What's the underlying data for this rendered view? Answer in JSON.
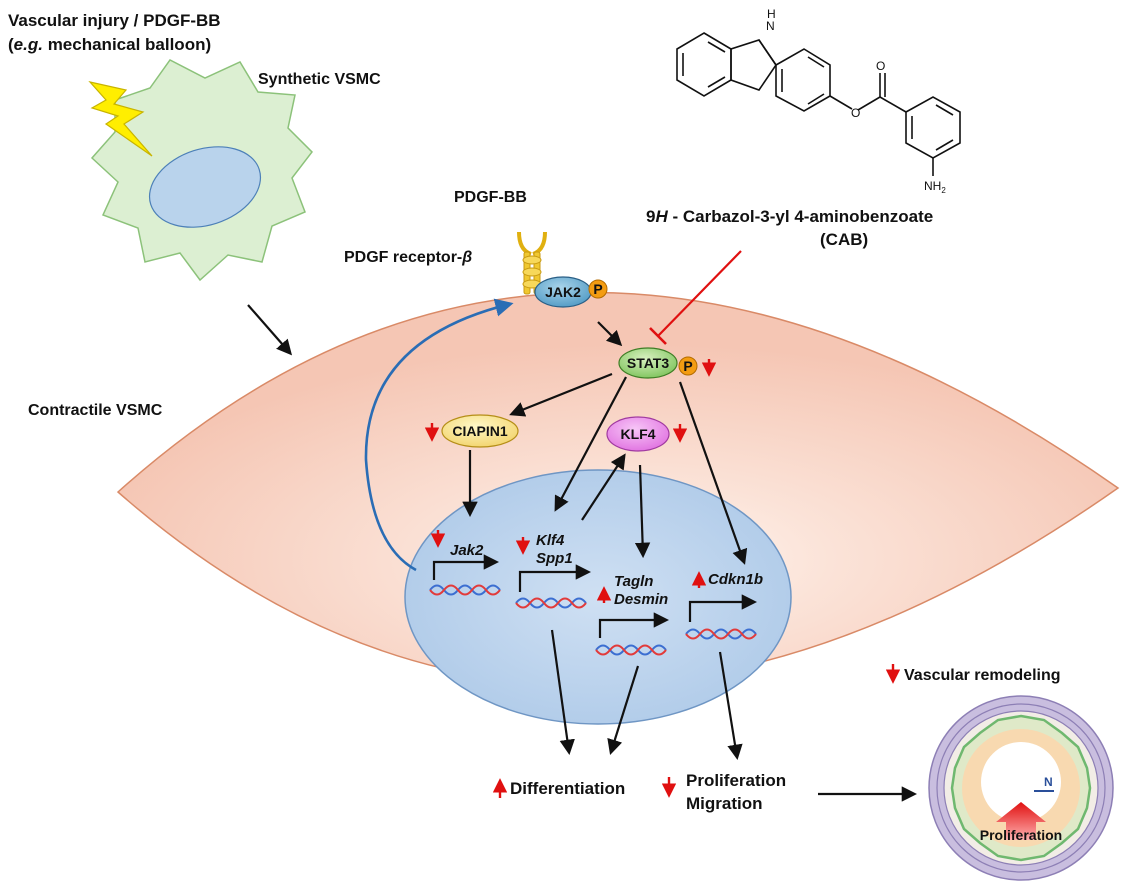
{
  "labels": {
    "injury_line1": "Vascular injury / PDGF-BB",
    "injury_line2_italic": "e.g.",
    "injury_line2_rest": " mechanical balloon)",
    "injury_line2_open": "(",
    "synthetic_vsmc": "Synthetic VSMC",
    "contractile_vsmc": "Contractile VSMC",
    "pdgf_bb": "PDGF-BB",
    "pdgf_receptor": "PDGF receptor-",
    "pdgf_receptor_beta": "β",
    "cab_prefix": "9",
    "cab_h": "H",
    "cab_rest": " - Carbazol-3-yl 4-aminobenzoate",
    "cab_abbrev": "(CAB)",
    "vascular_remodeling": "Vascular remodeling",
    "differentiation": "Differentiation",
    "proliferation": "Proliferation",
    "migration": "Migration",
    "vessel_proliferation": "Proliferation",
    "vessel_n": "N"
  },
  "nodes": {
    "jak2": "JAK2",
    "stat3": "STAT3",
    "ciapin1": "CIAPIN1",
    "klf4": "KLF4",
    "phospho": "P"
  },
  "genes": {
    "jak2": "Jak2",
    "klf4": "Klf4",
    "spp1": "Spp1",
    "tagln": "Tagln",
    "desmin": "Desmin",
    "cdkn1b": "Cdkn1b"
  },
  "molecule": {
    "nh_label": "H",
    "n_label": "N",
    "nh2_label": "NH",
    "nh2_sub": "2",
    "o_label": "O"
  },
  "colors": {
    "cell_fill": "#f6c9b8",
    "nucleus_fill": "#b9d3ec",
    "synthetic_fill": "#dcefd2",
    "inhibit": "#e01010",
    "feedback": "#2a6db5",
    "down_arrow": "#e01010"
  }
}
